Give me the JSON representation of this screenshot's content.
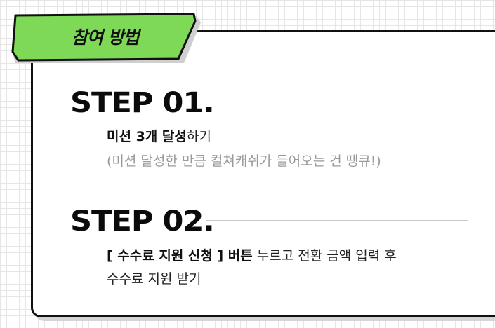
{
  "tab": {
    "label": "참여 방법",
    "color": "#7ed957"
  },
  "steps": [
    {
      "title": "STEP 01.",
      "lines": [
        {
          "bold": "미션 3개 달성",
          "normal": "하기"
        },
        {
          "muted": "(미션 달성한 만큼 컬쳐캐쉬가 들어오는 건 땡큐!)"
        }
      ]
    },
    {
      "title": "STEP 02.",
      "lines": [
        {
          "bold": "[ 수수료 지원 신청 ] 버튼",
          "normal": " 누르고 전환 금액 입력 후"
        },
        {
          "normal": "수수료 지원 받기"
        }
      ]
    }
  ]
}
